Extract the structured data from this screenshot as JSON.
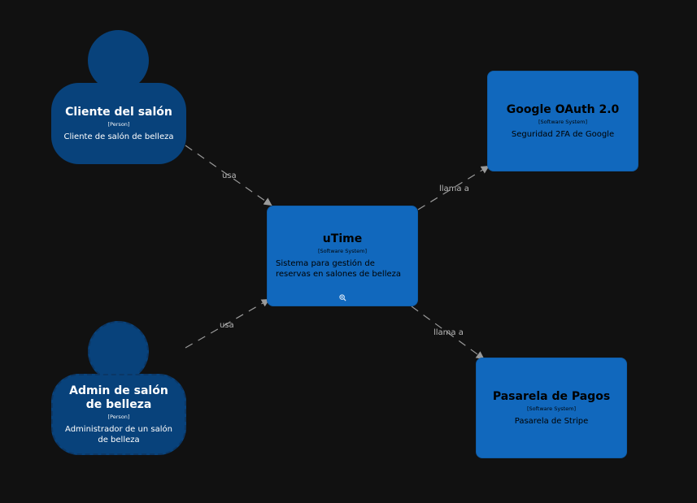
{
  "nodes": {
    "cliente": {
      "name": "Cliente del salón",
      "type": "[Person]",
      "description": "Cliente de salón de belleza"
    },
    "admin": {
      "name": "Admin de salón de belleza",
      "type": "[Person]",
      "description": "Administrador de un salón de belleza"
    },
    "utime": {
      "name": "uTime",
      "type": "[Software System]",
      "description": "Sistema para gestión de reservas en salones de belleza",
      "zoom_icon": "zoom-in-icon"
    },
    "oauth": {
      "name": "Google OAuth 2.0",
      "type": "[Software System]",
      "description": "Seguridad 2FA de Google"
    },
    "pagos": {
      "name": "Pasarela de Pagos",
      "type": "[Software System]",
      "description": "Pasarela de Stripe"
    }
  },
  "edges": [
    {
      "from": "Cliente del salón",
      "to": "uTime",
      "label": "usa"
    },
    {
      "from": "Admin de salón de belleza",
      "to": "uTime",
      "label": "usa"
    },
    {
      "from": "uTime",
      "to": "Google OAuth 2.0",
      "label": "llama a"
    },
    {
      "from": "uTime",
      "to": "Pasarela de Pagos",
      "label": "llama a"
    }
  ],
  "colors": {
    "background": "#111111",
    "person": "#08427b",
    "software_system": "#1168bd",
    "edge": "#9a9a9a"
  }
}
